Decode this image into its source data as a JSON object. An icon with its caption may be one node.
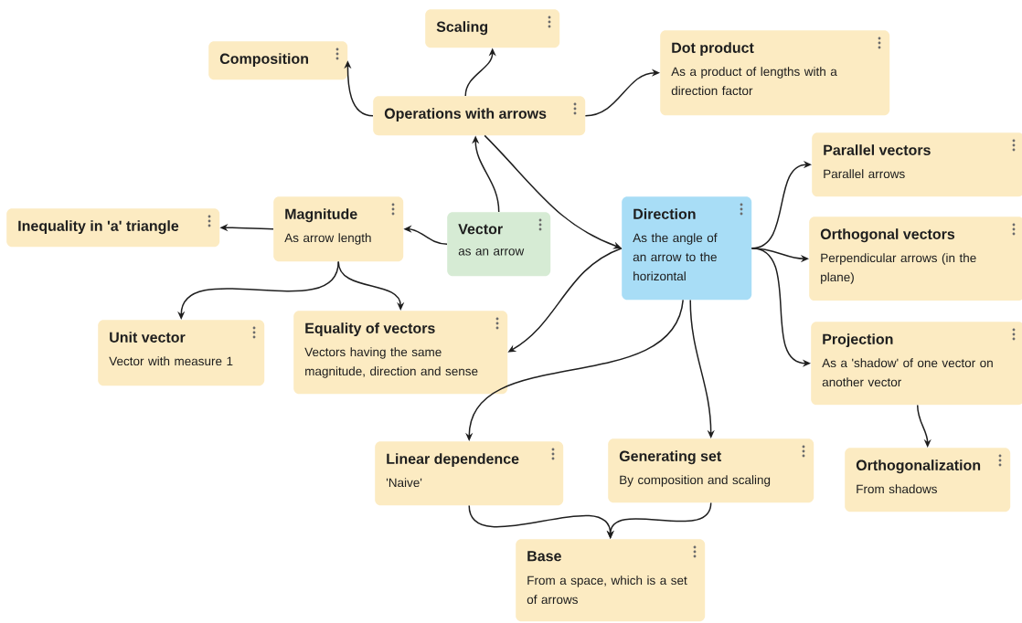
{
  "diagram": {
    "nodes": [
      {
        "text": [
          "Scaling"
        ]
      },
      {
        "text": [
          "Composition"
        ]
      },
      {
        "text": [
          "Dot product",
          "As a product of lengths with a direction factor"
        ]
      },
      {
        "text": [
          "Operations with arrows"
        ]
      },
      {
        "text": [
          "Parallel vectors",
          "Parallel arrows"
        ]
      },
      {
        "text": [
          "Magnitude",
          "As arrow length"
        ]
      },
      {
        "text": [
          "Inequality in 'a' triangle"
        ]
      },
      {
        "text": [
          "Vector",
          "as an arrow"
        ]
      },
      {
        "text": [
          "Direction",
          "As the angle of an arrow to the horizontal"
        ]
      },
      {
        "text": [
          "Orthogonal vectors",
          "Perpendicular arrows (in the plane)"
        ]
      },
      {
        "text": [
          "Unit vector",
          "Vector with measure 1"
        ]
      },
      {
        "text": [
          "Equality of vectors",
          "Vectors having the same magnitude, direction and sense"
        ]
      },
      {
        "text": [
          "Projection",
          "As a 'shadow' of one vector on another vector"
        ]
      },
      {
        "text": [
          "Linear dependence",
          "'Naive'"
        ]
      },
      {
        "text": [
          "Generating set",
          "By composition and scaling"
        ]
      },
      {
        "text": [
          "Orthogonalization",
          "From shadows"
        ]
      },
      {
        "text": [
          "Base",
          "From a space, which is a set of arrows"
        ]
      }
    ],
    "edges": [
      {
        "from": 3,
        "to": 1,
        "arrow": "to"
      },
      {
        "from": 3,
        "to": 0,
        "arrow": "to"
      },
      {
        "from": 3,
        "to": 2,
        "arrow": "to"
      },
      {
        "from": 7,
        "to": 3,
        "arrow": "to"
      },
      {
        "from": 3,
        "to": 8,
        "arrow": "to"
      },
      {
        "from": 7,
        "to": 5,
        "arrow": "to"
      },
      {
        "from": 5,
        "to": 6,
        "arrow": "to"
      },
      {
        "from": 5,
        "to": 10,
        "arrow": "to"
      },
      {
        "from": 5,
        "to": 11,
        "arrow": "to"
      },
      {
        "from": 8,
        "to": 11,
        "arrow": "to"
      },
      {
        "from": 8,
        "to": 4,
        "arrow": "to"
      },
      {
        "from": 8,
        "to": 9,
        "arrow": "to"
      },
      {
        "from": 8,
        "to": 12,
        "arrow": "to"
      },
      {
        "from": 8,
        "to": 13,
        "arrow": "to"
      },
      {
        "from": 8,
        "to": 14,
        "arrow": "to"
      },
      {
        "from": 12,
        "to": 15,
        "arrow": "to"
      },
      {
        "from": 13,
        "to": 16,
        "arrow": "to"
      },
      {
        "from": 14,
        "to": 16,
        "arrow": "to"
      }
    ]
  }
}
